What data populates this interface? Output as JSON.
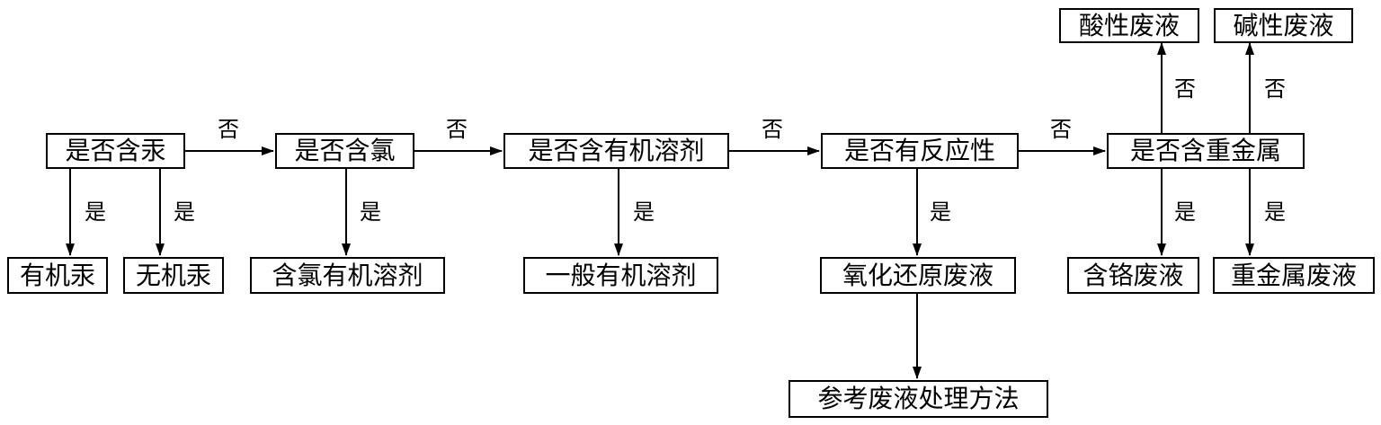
{
  "nodes": {
    "q_mercury": "是否含汞",
    "q_chlorine": "是否含氯",
    "q_organic_solvent": "是否含有机溶剂",
    "q_reactive": "是否有反应性",
    "q_heavy_metal": "是否含重金属",
    "organic_mercury": "有机汞",
    "inorganic_mercury": "无机汞",
    "chlorinated_solvent": "含氯有机溶剂",
    "general_solvent": "一般有机溶剂",
    "redox_waste": "氧化还原废液",
    "reference_methods": "参考废液处理方法",
    "acidic_waste": "酸性废液",
    "alkaline_waste": "碱性废液",
    "chromium_waste": "含铬废液",
    "heavy_metal_waste": "重金属废液"
  },
  "edge_labels": {
    "yes": "是",
    "no": "否"
  }
}
